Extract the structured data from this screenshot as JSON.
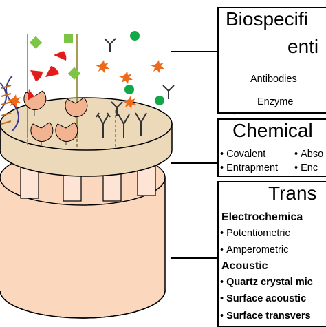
{
  "biospecific": {
    "title_line1": "Biospecifi",
    "title_line2": "enti",
    "legend": [
      {
        "label": "Antibodies",
        "icon": "antibody-icon"
      },
      {
        "label": "Enzyme",
        "icon": "enzyme-icon"
      }
    ]
  },
  "chemical": {
    "title": "Chemical",
    "methods": [
      "Covalent",
      "Abso",
      "Entrapment",
      "Enc"
    ]
  },
  "transducer": {
    "title": "Trans",
    "groups": [
      {
        "heading": "Electrochemica",
        "items": [
          "Potentiometric",
          "Amperometric"
        ]
      },
      {
        "heading": "Acoustic",
        "items": [
          "Quartz crystal mic",
          "Surface acoustic",
          "Surface transvers"
        ]
      }
    ]
  },
  "colors": {
    "base_fill": "#fad7bd",
    "pillar_fill": "#fde4d4",
    "disc_fill": "#ecd9b9",
    "enzyme_fill": "#f2b391",
    "red": "#e31b1b",
    "green_square": "#7cc545",
    "green_dot": "#11a84a",
    "orange_star": "#ed6a1a",
    "antibody_stroke": "#333333",
    "dna_blue": "#3a3d8f"
  }
}
